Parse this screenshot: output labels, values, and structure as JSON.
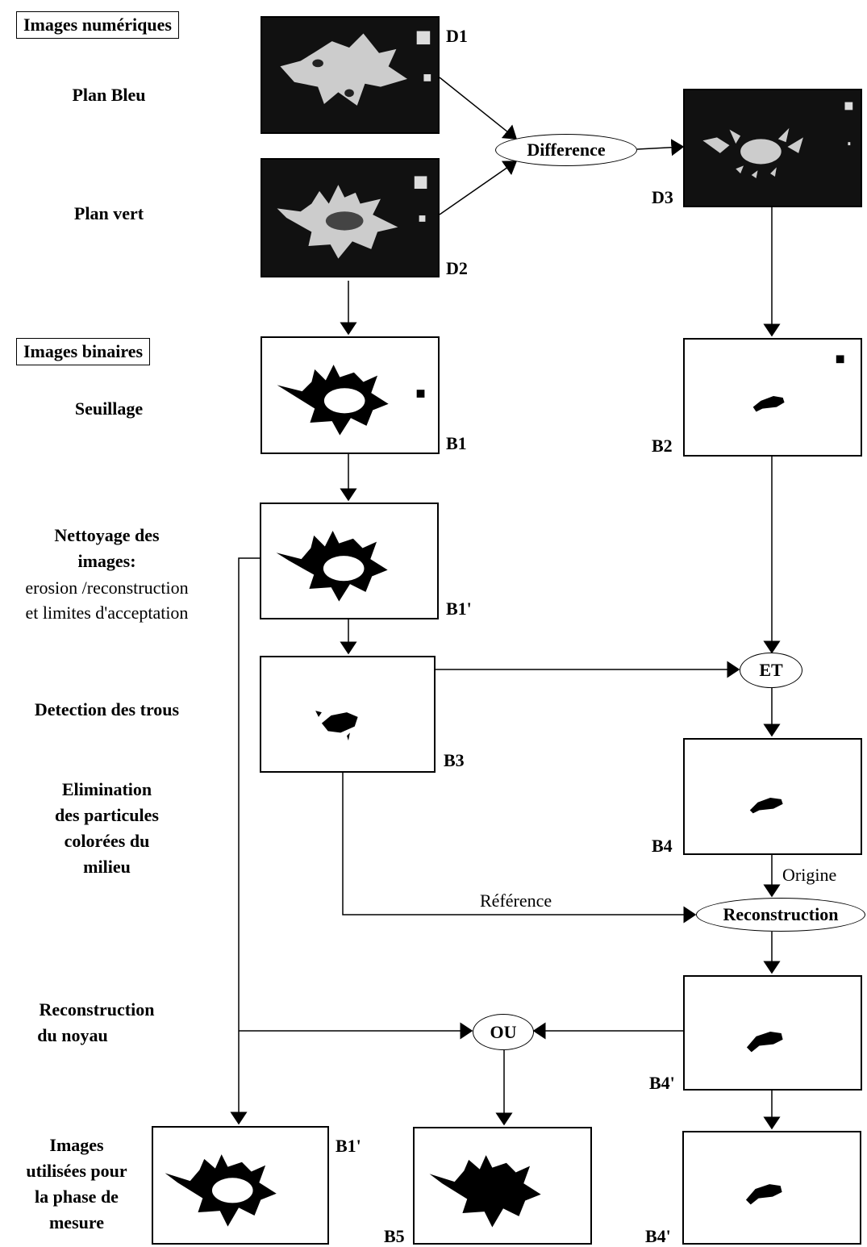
{
  "sections": {
    "digital": "Images numériques",
    "binary": "Images binaires"
  },
  "steps": {
    "blue": "Plan Bleu",
    "green": "Plan vert",
    "threshold": "Seuillage",
    "cleaning_1": "Nettoyage des",
    "cleaning_2": "images:",
    "cleaning_3": "erosion /reconstruction",
    "cleaning_4": "et limites d'acceptation",
    "holes": "Detection des trous",
    "elim_1": "Elimination",
    "elim_2": "des particules",
    "elim_3": "colorées du",
    "elim_4": "milieu",
    "recon_1": "Reconstruction",
    "recon_2": "du noyau",
    "final_1": "Images",
    "final_2": "utilisées pour",
    "final_3": "la phase de",
    "final_4": "mesure"
  },
  "images": {
    "d1": "D1",
    "d2": "D2",
    "d3": "D3",
    "b1": "B1",
    "b2": "B2",
    "b1p": "B1'",
    "b3": "B3",
    "b4": "B4",
    "b4p": "B4'",
    "b1p_final": "B1'",
    "b5": "B5",
    "b4p_final": "B4'"
  },
  "operators": {
    "difference": "Difference",
    "et": "ET",
    "reconstruction": "Reconstruction",
    "ou": "OU"
  },
  "edge_labels": {
    "origine": "Origine",
    "reference": "Référence"
  }
}
